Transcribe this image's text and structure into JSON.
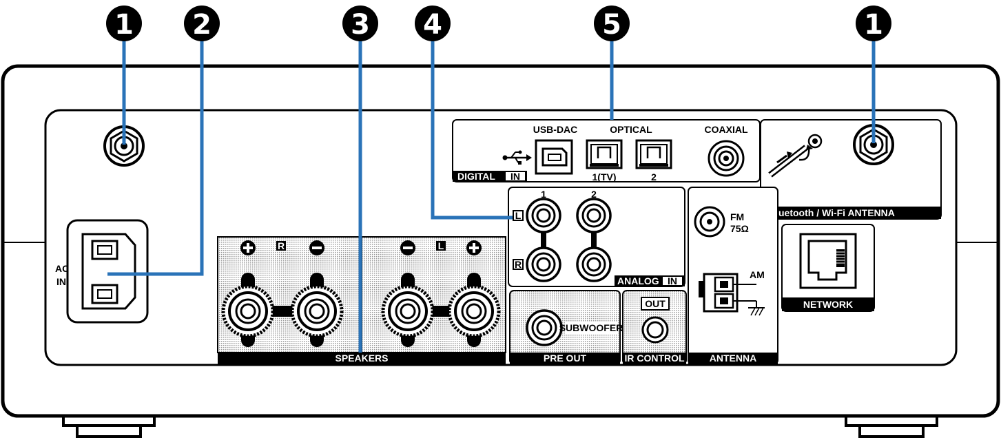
{
  "callouts": {
    "c1_left": "1",
    "c2": "2",
    "c3": "3",
    "c4": "4",
    "c5": "5",
    "c1_right": "1"
  },
  "labels": {
    "ac_in_line1": "AC",
    "ac_in_line2": "IN",
    "speakers": "SPEAKERS",
    "speaker_r": "R",
    "speaker_l": "L",
    "usb_dac": "USB-DAC",
    "optical": "OPTICAL",
    "coaxial": "COAXIAL",
    "digital": "DIGITAL",
    "digital_in": "IN",
    "optical_1": "1(TV)",
    "optical_2": "2",
    "analog_col1": "1",
    "analog_col2": "2",
    "analog_l": "L",
    "analog_r": "R",
    "analog": "ANALOG",
    "analog_in": "IN",
    "subwoofer": "SUBWOOFER",
    "pre_out": "PRE OUT",
    "out": "OUT",
    "ir_control": "IR CONTROL",
    "fm": "FM",
    "fm_ohm": "75Ω",
    "am": "AM",
    "antenna": "ANTENNA",
    "bt_wifi": "Bluetooth / Wi-Fi ANTENNA",
    "network": "NETWORK"
  },
  "colors": {
    "callout_line": "#2a73b8",
    "outline": "#000000",
    "panel_fill": "#ffffff",
    "dotted_fill": "#d9d9d9"
  },
  "icons": {
    "usb": "usb-icon",
    "antenna_attach": "antenna-attach-icon",
    "ground": "ground-icon"
  }
}
